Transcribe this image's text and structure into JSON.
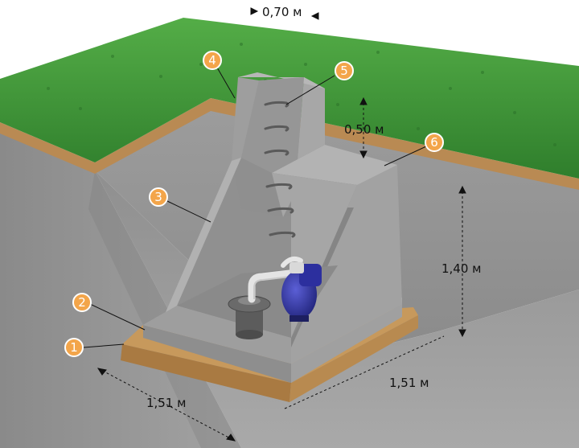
{
  "dimensions": {
    "top_width": "0,70 м",
    "neck_height": "0,50 м",
    "body_height": "1,40 м",
    "base_front": "1,51 м",
    "base_side": "1,51 м"
  },
  "markers": [
    {
      "num": "1"
    },
    {
      "num": "2"
    },
    {
      "num": "3"
    },
    {
      "num": "4"
    },
    {
      "num": "5"
    },
    {
      "num": "6"
    }
  ],
  "colors": {
    "grass": "#3f9a3a",
    "soil": "#b98a53",
    "pit_wall": "#8d8d8d",
    "concrete": "#9b9b9b",
    "sand": "#c7995c",
    "marker": "#f3a54a",
    "pump": "#2c2f9e"
  }
}
